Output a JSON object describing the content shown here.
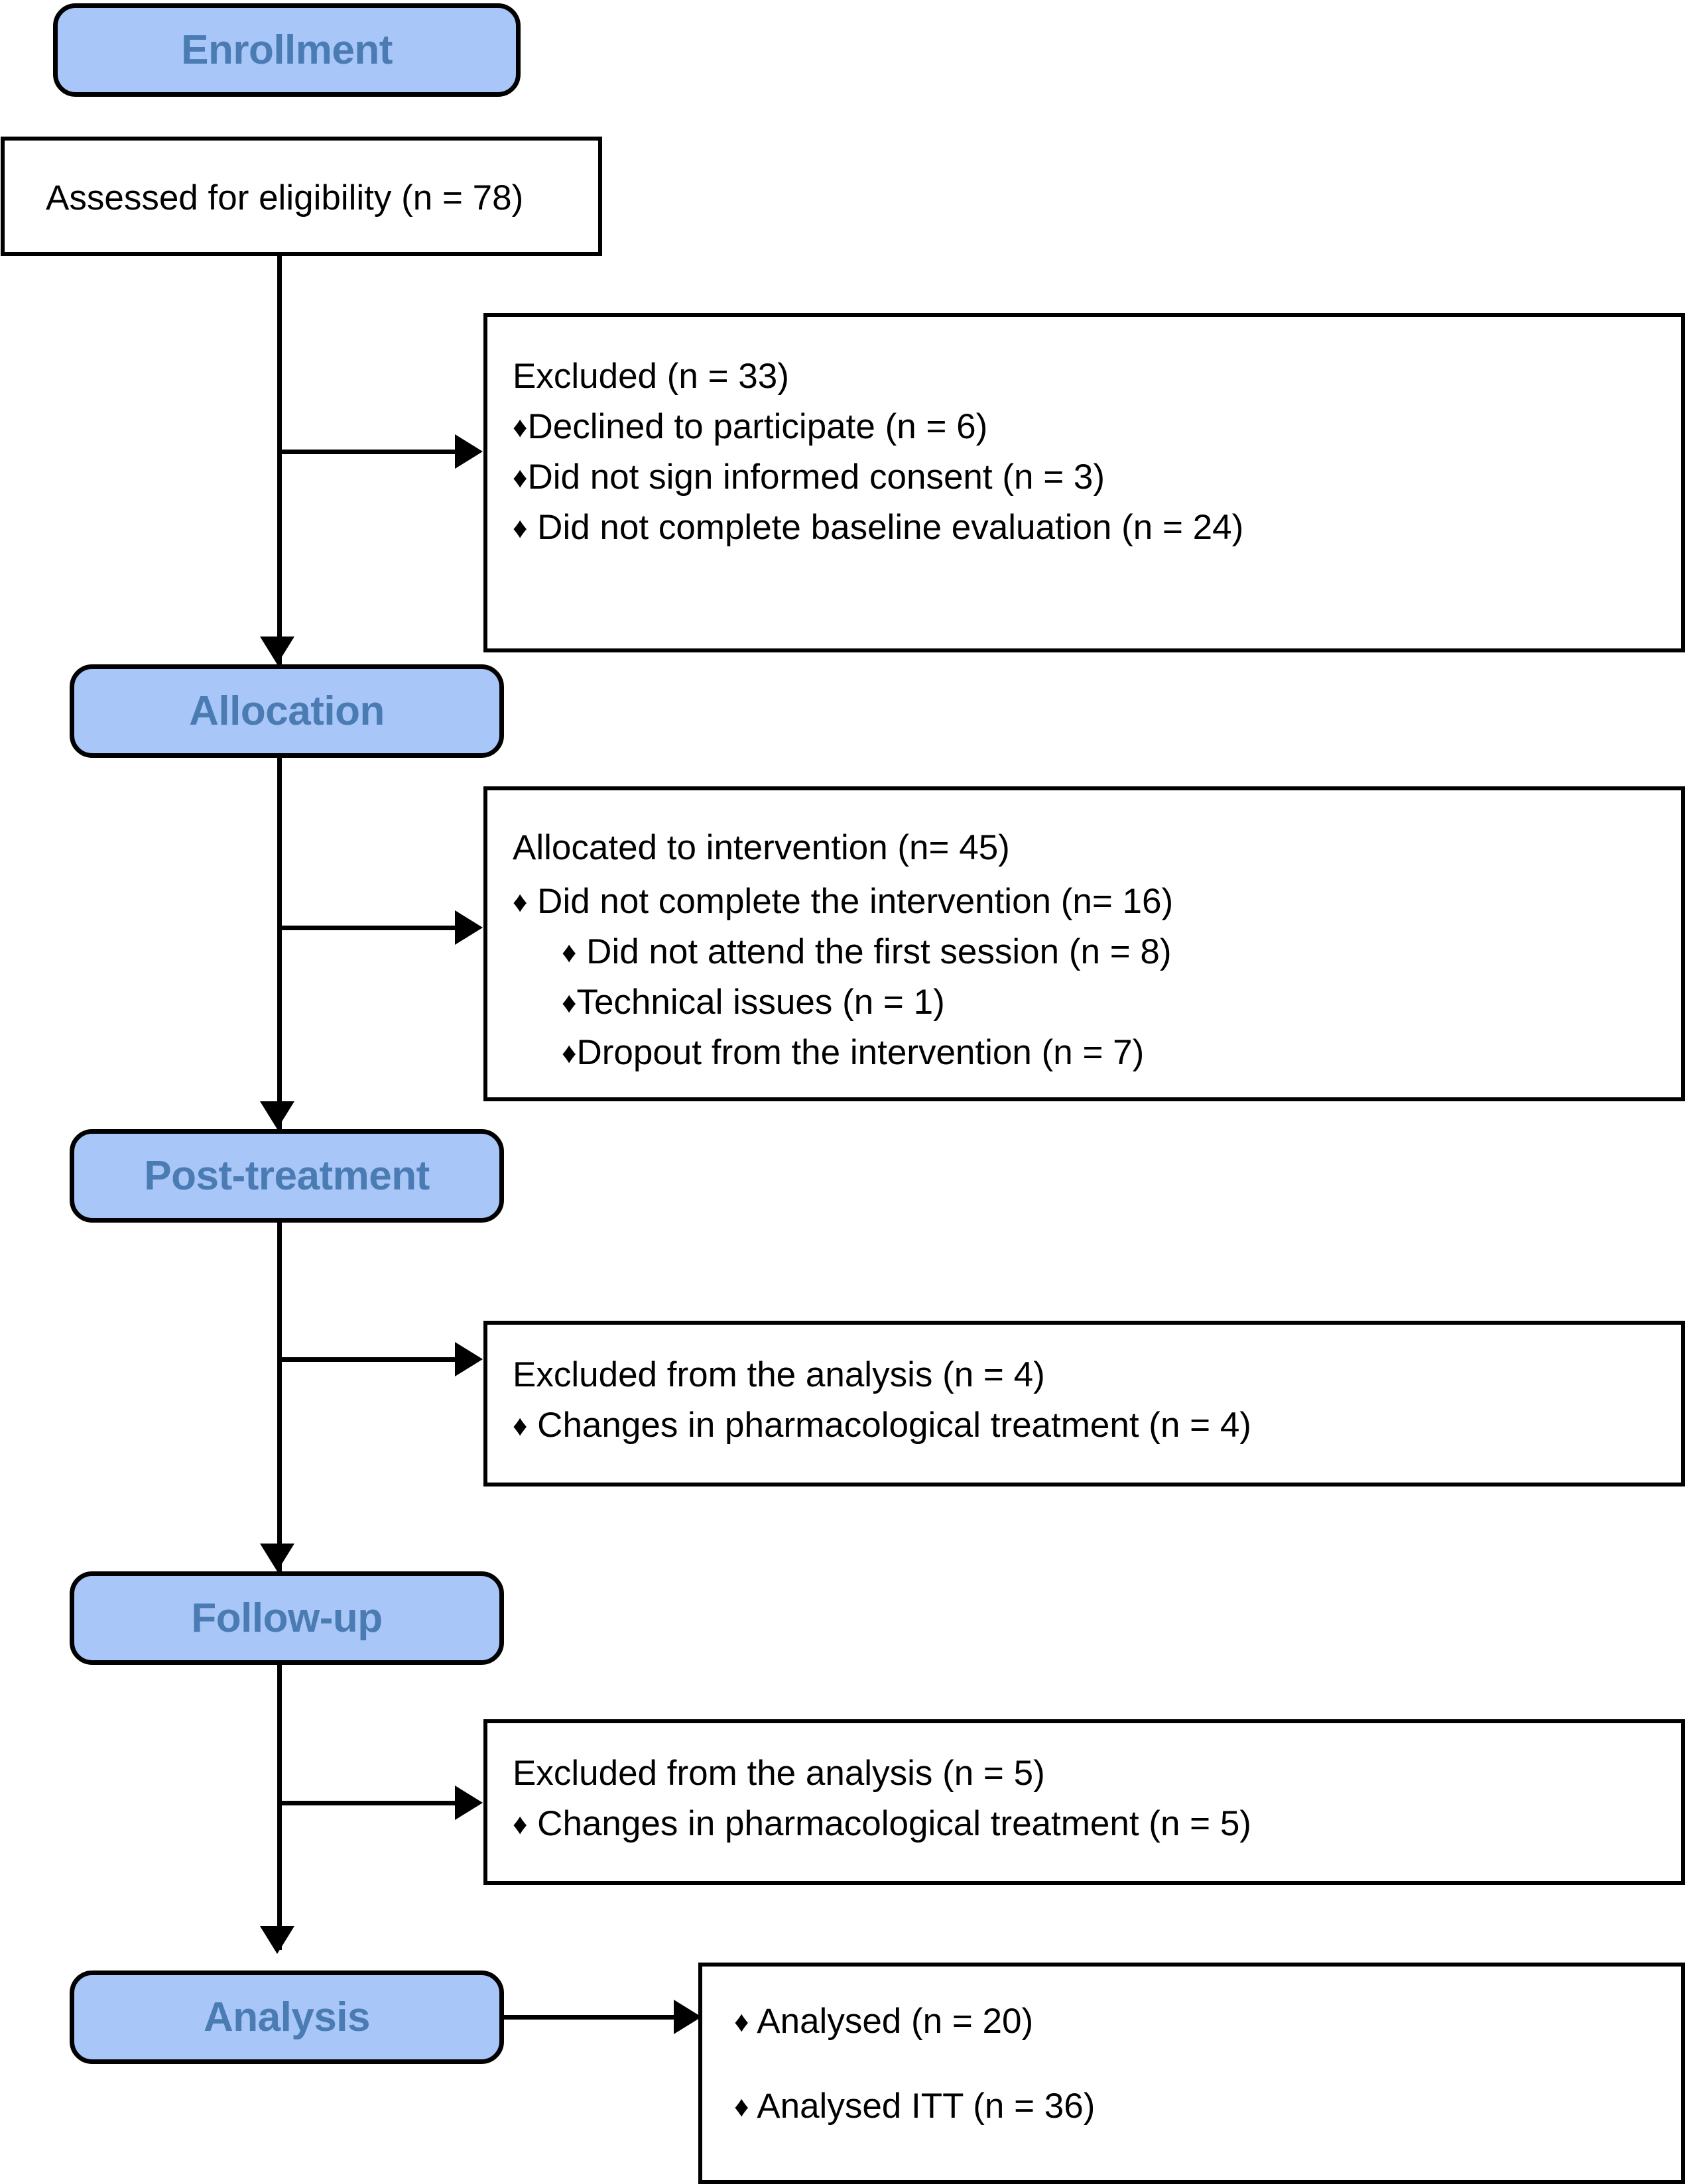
{
  "diagram": {
    "title": "CONSORT participant flow diagram",
    "colors": {
      "stage_fill": "#a8c6f7",
      "stage_text": "#4a7cb3",
      "line": "#000000",
      "box_fill": "#ffffff"
    },
    "bullet_glyph": "♦"
  },
  "stages": {
    "enrollment": "Enrollment",
    "allocation": "Allocation",
    "post_treatment": "Post-treatment",
    "follow_up": "Follow-up",
    "analysis": "Analysis"
  },
  "boxes": {
    "assessed": {
      "name": "assessed-for-eligibility",
      "lines": [
        {
          "level": 0,
          "bullet": false,
          "text": "Assessed for eligibility (n = 78)"
        }
      ]
    },
    "excluded_enrollment": {
      "name": "excluded-at-enrollment",
      "lines": [
        {
          "level": 0,
          "bullet": false,
          "text": "Excluded (n = 33)"
        },
        {
          "level": 1,
          "bullet": true,
          "text": "Declined to participate (n = 6)"
        },
        {
          "level": 1,
          "bullet": true,
          "text": "Did not sign informed consent (n = 3)"
        },
        {
          "level": 1,
          "bullet": true,
          "text": " Did not complete baseline evaluation (n = 24)"
        }
      ]
    },
    "allocated": {
      "name": "allocated-to-intervention",
      "lines": [
        {
          "level": 0,
          "bullet": false,
          "text": "Allocated to intervention (n= 45)"
        },
        {
          "level": 1,
          "bullet": true,
          "text": " Did not complete the intervention (n= 16)"
        },
        {
          "level": 2,
          "bullet": true,
          "text": "  Did not attend the first session (n = 8)"
        },
        {
          "level": 2,
          "bullet": true,
          "text": "Technical issues (n = 1)"
        },
        {
          "level": 2,
          "bullet": true,
          "text": "Dropout from the intervention (n = 7)"
        }
      ]
    },
    "excluded_post": {
      "name": "excluded-post-treatment",
      "lines": [
        {
          "level": 0,
          "bullet": false,
          "text": "Excluded from the analysis (n = 4)"
        },
        {
          "level": 1,
          "bullet": true,
          "text": " Changes in pharmacological treatment (n = 4)"
        }
      ]
    },
    "excluded_followup": {
      "name": "excluded-follow-up",
      "lines": [
        {
          "level": 0,
          "bullet": false,
          "text": "Excluded from the analysis (n = 5)"
        },
        {
          "level": 1,
          "bullet": true,
          "text": " Changes in pharmacological treatment (n = 5)"
        }
      ]
    },
    "analysed": {
      "name": "analysed-results",
      "lines": [
        {
          "level": 1,
          "bullet": true,
          "text": " Analysed (n = 20)"
        },
        {
          "level": 1,
          "bullet": true,
          "text": " Analysed ITT (n = 36)"
        }
      ]
    }
  },
  "counts": {
    "assessed_for_eligibility": 78,
    "excluded_total": 33,
    "declined_to_participate": 6,
    "did_not_sign_informed_consent": 3,
    "did_not_complete_baseline_evaluation": 24,
    "allocated_to_intervention": 45,
    "did_not_complete_the_intervention": 16,
    "did_not_attend_first_session": 8,
    "technical_issues": 1,
    "dropout_from_intervention": 7,
    "excluded_post_treatment": 4,
    "changes_pharmacological_post": 4,
    "excluded_follow_up": 5,
    "changes_pharmacological_followup": 5,
    "analysed": 20,
    "analysed_itt": 36
  }
}
